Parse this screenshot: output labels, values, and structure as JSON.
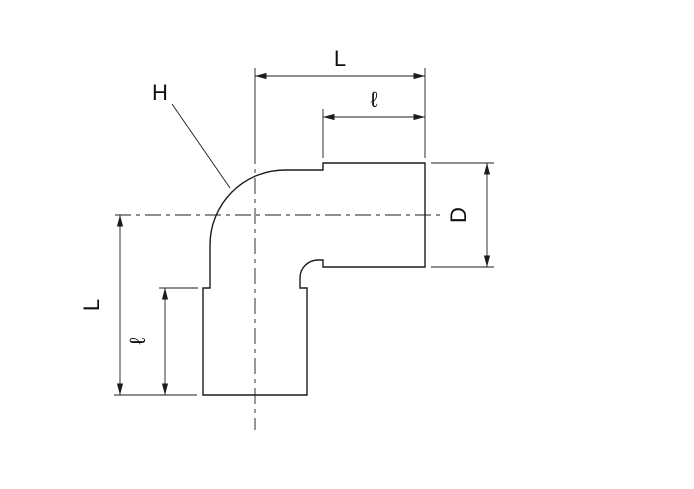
{
  "drawing": {
    "colors": {
      "line": "#1c1c1c",
      "background": "#ffffff"
    },
    "labels": {
      "top_length": "L",
      "top_socket_depth": "ℓ",
      "end_diameter": "D",
      "left_length": "L",
      "left_socket_depth": "ℓ",
      "bend_label": "H"
    }
  }
}
